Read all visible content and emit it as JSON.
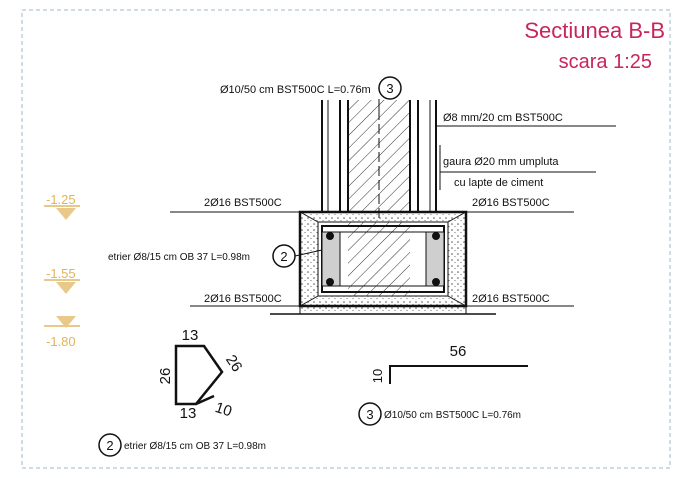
{
  "title": {
    "section": "Sectiunea B-B",
    "scale": "scara 1:25"
  },
  "labels": {
    "bar3_top": "Ø10/50 cm BST500C L=0.76m",
    "bar_vertical": "Ø8 mm/20 cm BST500C",
    "hole_line1": "gaura Ø20 mm umpluta",
    "hole_line2": "cu lapte de ciment",
    "top_left": "2Ø16 BST500C",
    "top_right": "2Ø16 BST500C",
    "bottom_left": "2Ø16 BST500C",
    "bottom_right": "2Ø16 BST500C",
    "stirrup": "etrier Ø8/15 cm OB 37 L=0.98m"
  },
  "markers": {
    "top": "3",
    "stirrup": "2",
    "detail_3": "3",
    "detail_2": "2"
  },
  "levels": [
    "-1.25",
    "-1.55",
    "-1.80"
  ],
  "detail_stirrup": {
    "dim_top": "13",
    "dim_left": "26",
    "dim_right": "26",
    "dim_bottom": "13",
    "dim_hook": "10",
    "caption": "etrier Ø8/15 cm OB 37 L=0.98m"
  },
  "detail_bar": {
    "dim_length": "56",
    "dim_hook": "10",
    "caption": "Ø10/50 cm BST500C L=0.76m"
  },
  "colors": {
    "title": "#c8265a",
    "line": "#111111",
    "level": "#e2b45a",
    "border": "#9fb8c8"
  }
}
